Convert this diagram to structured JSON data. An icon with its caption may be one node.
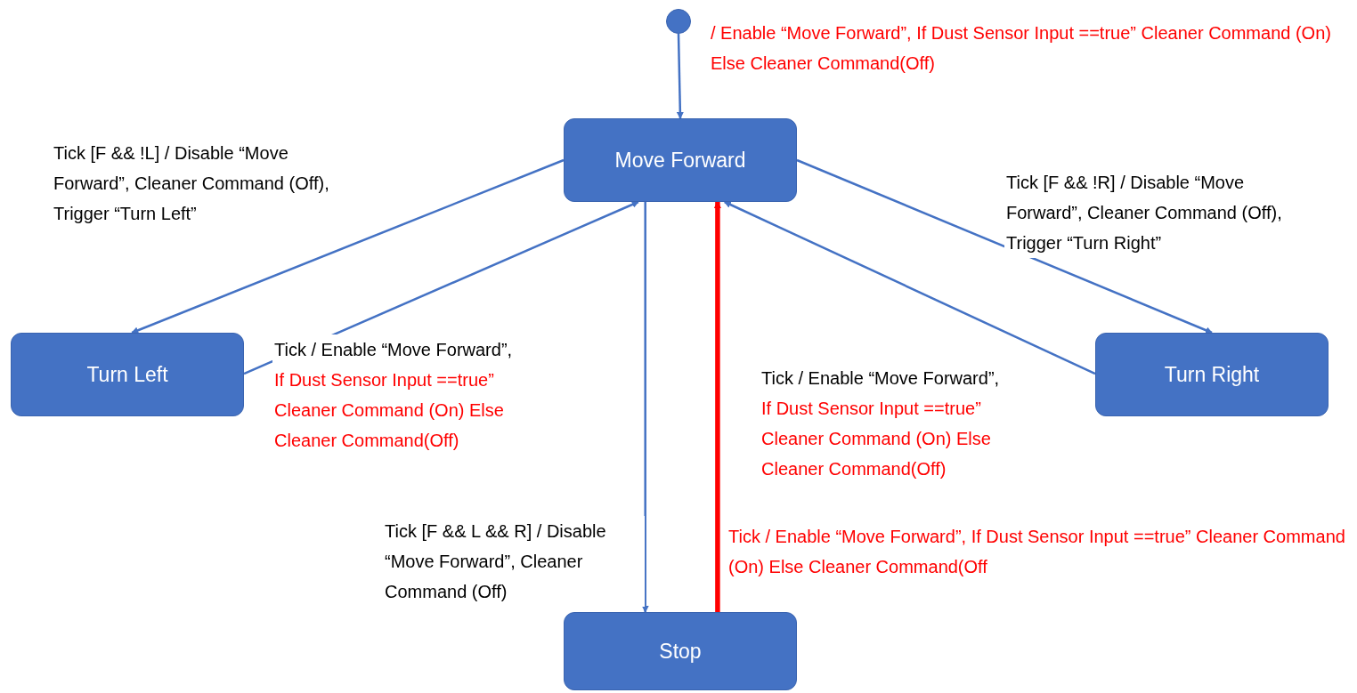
{
  "diagram": {
    "nodes": [
      {
        "text": [],
        "shape": "circle"
      },
      {
        "text": [
          "Move Forward"
        ]
      },
      {
        "text": [
          "Turn Left"
        ]
      },
      {
        "text": [
          "Turn Right"
        ]
      },
      {
        "text": [
          "Stop"
        ]
      }
    ],
    "edges": [
      {
        "from": 0,
        "to": 1,
        "arrow": "to",
        "label": "/ Enable “Move Forward”, If Dust Sensor Input ==true” Cleaner Command (On) Else Cleaner Command(Off)"
      },
      {
        "from": 1,
        "to": 2,
        "arrow": "to",
        "label": "Tick [F && !L] / Disable “Move Forward”, Cleaner Command (Off), Trigger “Turn Left”"
      },
      {
        "from": 2,
        "to": 1,
        "arrow": "to",
        "label": "Tick / Enable “Move Forward”,"
      },
      {
        "from": 1,
        "to": 3,
        "arrow": "to",
        "label": "Tick [F && !R] / Disable “Move Forward”, Cleaner Command (Off), Trigger “Turn Right”"
      },
      {
        "from": 3,
        "to": 1,
        "arrow": "to",
        "label": "Tick / Enable “Move Forward”,"
      },
      {
        "from": 1,
        "to": 4,
        "arrow": "to",
        "label": "Tick [F && L && R] / Disable “Move Forward”, Cleaner Command (Off)"
      },
      {
        "from": 4,
        "to": 1,
        "arrow": "to",
        "style": "thick",
        "color": "#ff0000",
        "label": "Tick / Enable “Move Forward”, If Dust Sensor Input ==true” Cleaner Command (On) Else Cleaner Command(Off"
      }
    ],
    "labels": [
      "If Dust Sensor Input ==true” Cleaner Command (On) Else Cleaner Command(Off)",
      "If Dust Sensor Input ==true” Cleaner Command (On) Else Cleaner Command(Off)"
    ]
  }
}
